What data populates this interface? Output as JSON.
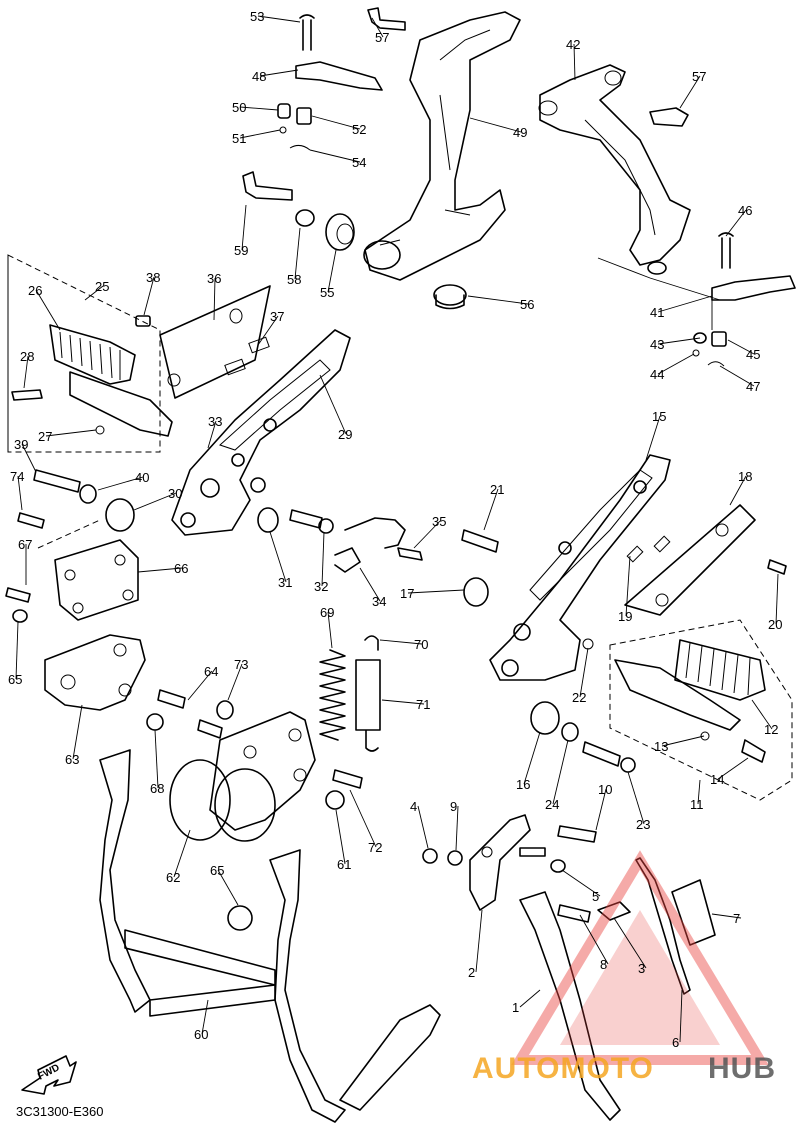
{
  "diagram": {
    "code": "3C31300-E360",
    "fwd_label": "FWD",
    "watermark": {
      "text_a": "AUTOMOTO",
      "text_b": "HUB",
      "color_a": "#f5a623",
      "color_b": "#555555",
      "accent": "#e8423f"
    },
    "callouts": [
      {
        "n": "53"
      },
      {
        "n": "57"
      },
      {
        "n": "48"
      },
      {
        "n": "50"
      },
      {
        "n": "51"
      },
      {
        "n": "52"
      },
      {
        "n": "54"
      },
      {
        "n": "49"
      },
      {
        "n": "42"
      },
      {
        "n": "57"
      },
      {
        "n": "59"
      },
      {
        "n": "58"
      },
      {
        "n": "55"
      },
      {
        "n": "56"
      },
      {
        "n": "46"
      },
      {
        "n": "41"
      },
      {
        "n": "43"
      },
      {
        "n": "45"
      },
      {
        "n": "44"
      },
      {
        "n": "47"
      },
      {
        "n": "25"
      },
      {
        "n": "26"
      },
      {
        "n": "38"
      },
      {
        "n": "36"
      },
      {
        "n": "37"
      },
      {
        "n": "28"
      },
      {
        "n": "29"
      },
      {
        "n": "33"
      },
      {
        "n": "27"
      },
      {
        "n": "39"
      },
      {
        "n": "40"
      },
      {
        "n": "30"
      },
      {
        "n": "74"
      },
      {
        "n": "67"
      },
      {
        "n": "66"
      },
      {
        "n": "31"
      },
      {
        "n": "32"
      },
      {
        "n": "34"
      },
      {
        "n": "35"
      },
      {
        "n": "15"
      },
      {
        "n": "21"
      },
      {
        "n": "18"
      },
      {
        "n": "17"
      },
      {
        "n": "19"
      },
      {
        "n": "20"
      },
      {
        "n": "65"
      },
      {
        "n": "69"
      },
      {
        "n": "70"
      },
      {
        "n": "64"
      },
      {
        "n": "73"
      },
      {
        "n": "71"
      },
      {
        "n": "22"
      },
      {
        "n": "12"
      },
      {
        "n": "63"
      },
      {
        "n": "68"
      },
      {
        "n": "13"
      },
      {
        "n": "14"
      },
      {
        "n": "16"
      },
      {
        "n": "24"
      },
      {
        "n": "23"
      },
      {
        "n": "11"
      },
      {
        "n": "10"
      },
      {
        "n": "4"
      },
      {
        "n": "9"
      },
      {
        "n": "72"
      },
      {
        "n": "62"
      },
      {
        "n": "65"
      },
      {
        "n": "61"
      },
      {
        "n": "5"
      },
      {
        "n": "7"
      },
      {
        "n": "2"
      },
      {
        "n": "8"
      },
      {
        "n": "3"
      },
      {
        "n": "1"
      },
      {
        "n": "60"
      },
      {
        "n": "6"
      }
    ]
  }
}
